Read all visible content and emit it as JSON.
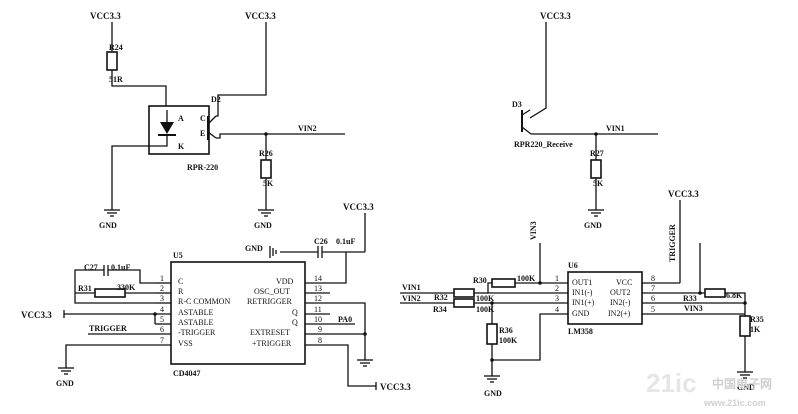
{
  "supply": {
    "vcc": "VCC3.3"
  },
  "ground": {
    "label": "GND"
  },
  "nets": {
    "vin1": "VIN1",
    "vin2": "VIN2",
    "vin3": "VIN3",
    "trigger": "TRIGGER",
    "pa0": "PA0"
  },
  "components": {
    "r24": {
      "ref": "R24",
      "value": "51R"
    },
    "d2": {
      "ref": "D2",
      "part": "RPR-220",
      "pin_a": "A",
      "pin_k": "K",
      "pin_c": "C",
      "pin_e": "E"
    },
    "r26": {
      "ref": "R26",
      "value": "5K"
    },
    "d3": {
      "ref": "D3",
      "part": "RPR220_Receive"
    },
    "r27": {
      "ref": "R27",
      "value": "5K"
    },
    "c26": {
      "ref": "C26",
      "value": "0.1uF"
    },
    "c27": {
      "ref": "C27",
      "value": "0.1uF"
    },
    "r31": {
      "ref": "R31",
      "value": "330K"
    },
    "u5": {
      "ref": "U5",
      "part": "CD4047",
      "left_pins": [
        {
          "name": "C",
          "num": "1"
        },
        {
          "name": "R",
          "num": "2"
        },
        {
          "name": "R-C COMMON",
          "num": "3"
        },
        {
          "name": "ASTABLE",
          "num": "4"
        },
        {
          "name": "ASTABLE",
          "num": "5"
        },
        {
          "name": "-TRIGGER",
          "num": "6"
        },
        {
          "name": "VSS",
          "num": "7"
        }
      ],
      "right_pins": [
        {
          "name": "VDD",
          "num": "14"
        },
        {
          "name": "OSC_OUT",
          "num": "13"
        },
        {
          "name": "RETRIGGER",
          "num": "12"
        },
        {
          "name": "Q",
          "num": "11"
        },
        {
          "name": "Q",
          "num": "10"
        },
        {
          "name": "EXTRESET",
          "num": "9"
        },
        {
          "name": "+TRIGGER",
          "num": "8"
        }
      ]
    },
    "r30": {
      "ref": "R30",
      "value": "100K"
    },
    "r32": {
      "ref": "R32",
      "value": "100K"
    },
    "r34": {
      "ref": "R34",
      "value": "100K"
    },
    "r36": {
      "ref": "R36",
      "value": "100K"
    },
    "u6": {
      "ref": "U6",
      "part": "LM358",
      "left_pins": [
        {
          "name": "OUT1",
          "num": "1"
        },
        {
          "name": "IN1(-)",
          "num": "2"
        },
        {
          "name": "IN1(+)",
          "num": "3"
        },
        {
          "name": "GND",
          "num": "4"
        }
      ],
      "right_pins": [
        {
          "name": "VCC",
          "num": "8"
        },
        {
          "name": "OUT2",
          "num": "7"
        },
        {
          "name": "IN2(-)",
          "num": "6"
        },
        {
          "name": "IN2(+)",
          "num": "5"
        }
      ]
    },
    "r33": {
      "ref": "R33",
      "value": "6.8K"
    },
    "r35": {
      "ref": "R35",
      "value": "1K"
    }
  },
  "watermark": {
    "brand": "21ic",
    "cn": "中国电子网",
    "url": "www.21ic.com"
  }
}
